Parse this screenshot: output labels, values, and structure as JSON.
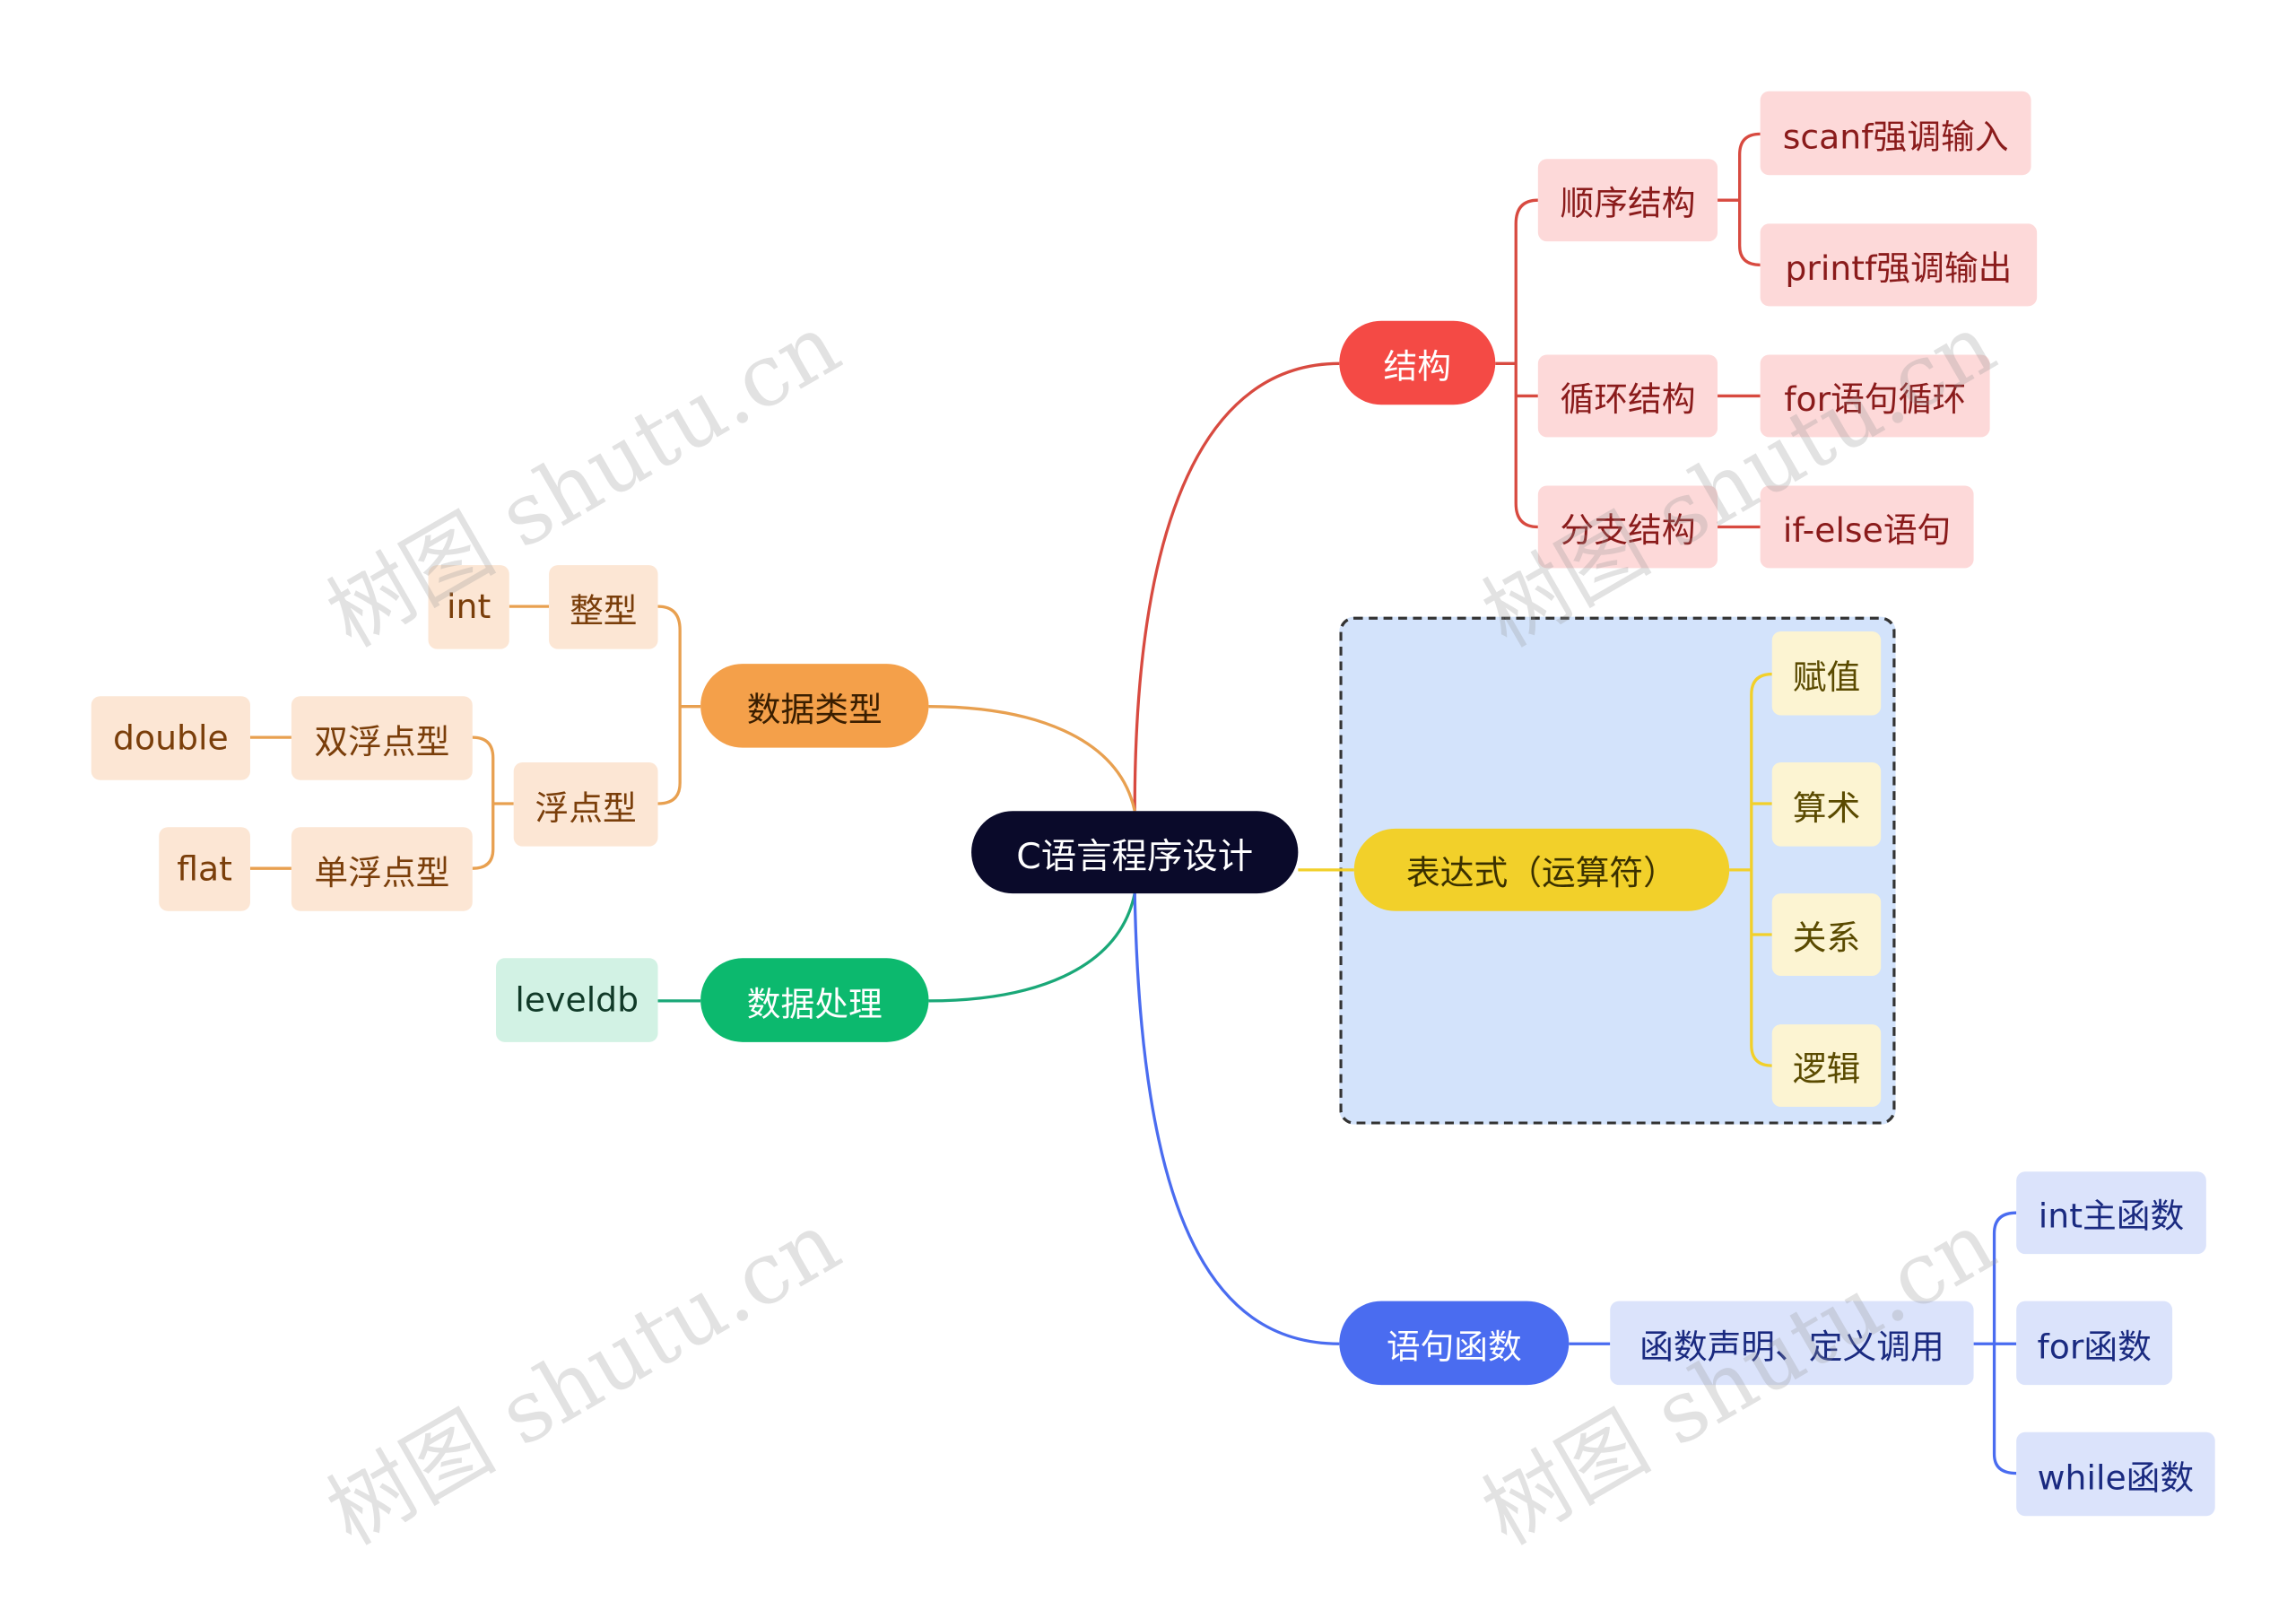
{
  "root": "C语言程序设计",
  "structure": {
    "label": "结构",
    "children": [
      {
        "label": "顺序结构",
        "children": [
          "scanf强调输入",
          "printf强调输出"
        ]
      },
      {
        "label": "循环结构",
        "children": [
          "for语句循环"
        ]
      },
      {
        "label": "分支结构",
        "children": [
          "if-else语句"
        ]
      }
    ]
  },
  "expression": {
    "label": "表达式（运算符）",
    "children": [
      "赋值",
      "算术",
      "关系",
      "逻辑"
    ]
  },
  "functions": {
    "label": "语句函数",
    "child": "函数声明、定义调用",
    "children": [
      "int主函数",
      "for函数",
      "while函数"
    ]
  },
  "data_types": {
    "label": "数据类型",
    "integer": {
      "label": "整型",
      "child": "int"
    },
    "float": {
      "label": "浮点型",
      "double": {
        "label": "双浮点型",
        "child": "double"
      },
      "single": {
        "label": "单浮点型",
        "child": "flat"
      }
    }
  },
  "data_processing": {
    "label": "数据处理",
    "child": "leveldb"
  },
  "watermark": "树图 shutu.cn",
  "colors": {
    "root": "#0a0a2a",
    "structure": "#f44a45",
    "expression": "#f2d02a",
    "functions": "#4a6cf0",
    "data_types": "#f4a04a",
    "data_processing": "#0cb96e"
  }
}
